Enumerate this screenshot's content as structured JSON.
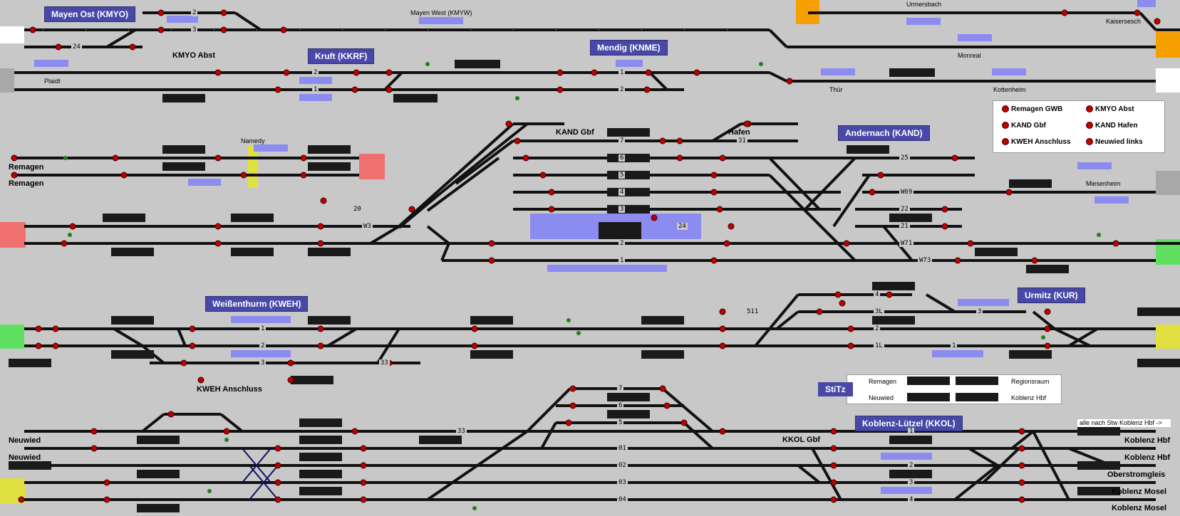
{
  "window": {
    "title": "Stellwerk Koblenz – Andernach"
  },
  "stations": [
    {
      "id": "kmyo",
      "label": "Mayen Ost (KMYO)"
    },
    {
      "id": "kkrf",
      "label": "Kruft (KKRF)"
    },
    {
      "id": "kmne",
      "label": "Mendig (KNME)"
    },
    {
      "id": "kand",
      "label": "Andernach (KAND)"
    },
    {
      "id": "kweh",
      "label": "Weißenthurm (KWEH)"
    },
    {
      "id": "kur",
      "label": "Urmitz (KUR)"
    },
    {
      "id": "kkol",
      "label": "Koblenz-Lützel (KKOL)"
    }
  ],
  "places": {
    "mayen_west": "Mayen West (KMYW)",
    "umersbach": "Urmersbach",
    "kaisersesch": "Kaisersesch",
    "monreal": "Monreal",
    "plaidt": "Plaidt",
    "thuer": "Thür",
    "kottenheim": "Kottenheim",
    "namedy": "Namedy",
    "miesenheim": "Miesenheim",
    "kmyo_abst": "KMYO Abst",
    "kand_gbf": "KAND Gbf",
    "hafen": "Hafen",
    "kweh_anschluss": "KWEH Anschluss",
    "kkol_gbf": "KKOL Gbf"
  },
  "edge_labels": {
    "remagen1": "Remagen",
    "remagen2": "Remagen",
    "neuwied1": "Neuwied",
    "neuwied2": "Neuwied",
    "koblenz_hbf1": "Koblenz Hbf",
    "koblenz_hbf2": "Koblenz Hbf",
    "oberstromgleis": "Oberstromgleis",
    "koblenz_mosel1": "Koblenz Mosel",
    "koblenz_mosel2": "Koblenz Mosel"
  },
  "legend": {
    "items": [
      "Remagen GWB",
      "KMYO Abst",
      "KAND Gbf",
      "KAND Hafen",
      "KWEH Anschluss",
      "Neuwied links"
    ]
  },
  "nachbar": {
    "remagen": "Remagen",
    "regionsraum": "Regionsraum",
    "neuwied": "Neuwied",
    "koblenz_hbf": "Koblenz Hbf"
  },
  "stitz": "StiTz",
  "hint": "alle nach Stw Koblenz Hbf ->",
  "track_numbers": {
    "t24": "24",
    "t2a": "2",
    "t3a": "3",
    "t2b": "2",
    "t1b": "1",
    "t1c": "1",
    "t2c": "2",
    "t7": "7",
    "t6": "6",
    "t5": "5",
    "t4": "4",
    "t3b": "3",
    "t2d": "2",
    "t1d": "1",
    "t31": "31",
    "t25": "25",
    "t20": "20",
    "tw3": "W3",
    "t24b": "24",
    "tw69": "W69",
    "t22": "22",
    "t21": "21",
    "tw71": "W71",
    "tw73": "W73",
    "t1e": "1",
    "t2e": "2",
    "t3c": "3",
    "t33": "33",
    "t511": "511",
    "t4b": "4",
    "t3l": "3L",
    "t3d": "3",
    "t2f": "2",
    "t1l": "1L",
    "t1f": "1",
    "t7b": "7",
    "t6b": "6",
    "t5b": "5",
    "t33b": "33",
    "t01": "01",
    "t02": "02",
    "t03": "03",
    "t04": "04",
    "t1g": "1",
    "t2g": "2",
    "t3e": "3",
    "t4c": "4"
  },
  "colors": {
    "background": "#c8c8c8",
    "track": "#111111",
    "signal_red": "#c00000",
    "station_label": "#4848a8",
    "route_blue": "#8c8cf0"
  }
}
